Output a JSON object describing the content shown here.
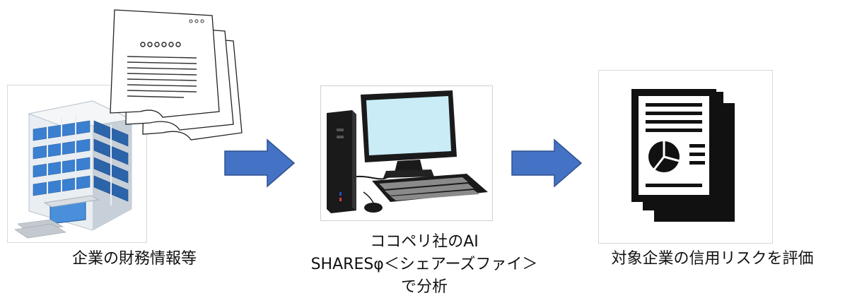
{
  "captions": {
    "source": "企業の財務情報等",
    "analysis": [
      "ココペリ社のAI",
      "SHARESφ＜シェアーズファイ＞",
      "で分析"
    ],
    "result": "対象企業の信用リスクを評価"
  },
  "icons": {
    "building": "office-building-icon",
    "documents": "financial-documents-icon",
    "computer": "desktop-computer-icon",
    "report": "credit-report-icon",
    "arrow": "right-arrow-icon"
  },
  "colors": {
    "arrow_fill": "#4472c4",
    "arrow_stroke": "#2f528f",
    "building_glass": "#3b7fd1",
    "screen": "#c9ecf7",
    "report_ink": "#111111"
  }
}
